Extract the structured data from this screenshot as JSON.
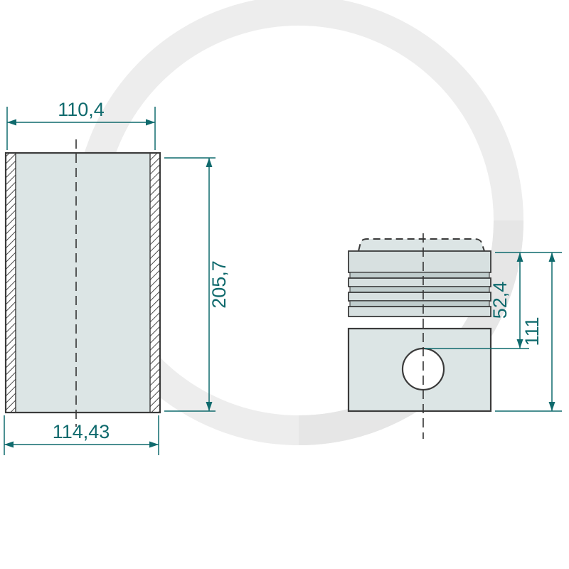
{
  "drawing": {
    "colors": {
      "dimension_accent": "#0f6a6d",
      "outline": "#3b3b3b",
      "part_fill": "#dce5e5",
      "groove_fill": "#c0cdcd",
      "watermark": "#ededed"
    },
    "liner": {
      "top_width_label": "110,4",
      "bottom_width_label": "114,43",
      "height_label": "205,7"
    },
    "piston": {
      "pin_height_label": "52,4",
      "total_height_label": "111"
    }
  }
}
